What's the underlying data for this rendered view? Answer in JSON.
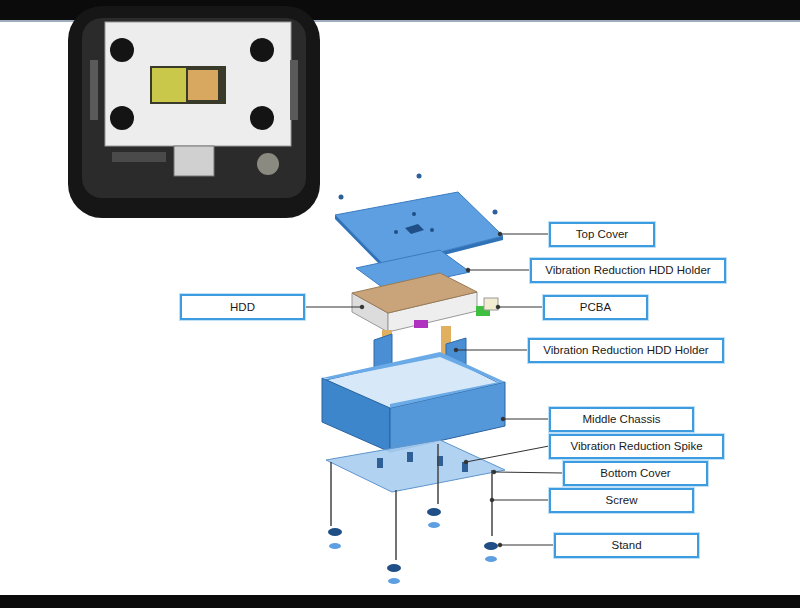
{
  "diagram": {
    "nodes": [
      {
        "text": [
          "Top Cover"
        ]
      },
      {
        "text": [
          "Vibration Reduction HDD Holder"
        ]
      },
      {
        "text": [
          "HDD"
        ]
      },
      {
        "text": [
          "PCBA"
        ]
      },
      {
        "text": [
          "Vibration Reduction HDD Holder"
        ]
      },
      {
        "text": [
          "Middle Chassis"
        ]
      },
      {
        "text": [
          "Vibration Reduction Spike"
        ]
      },
      {
        "text": [
          "Bottom Cover"
        ]
      },
      {
        "text": [
          "Screw"
        ]
      },
      {
        "text": [
          "Stand"
        ]
      }
    ]
  }
}
